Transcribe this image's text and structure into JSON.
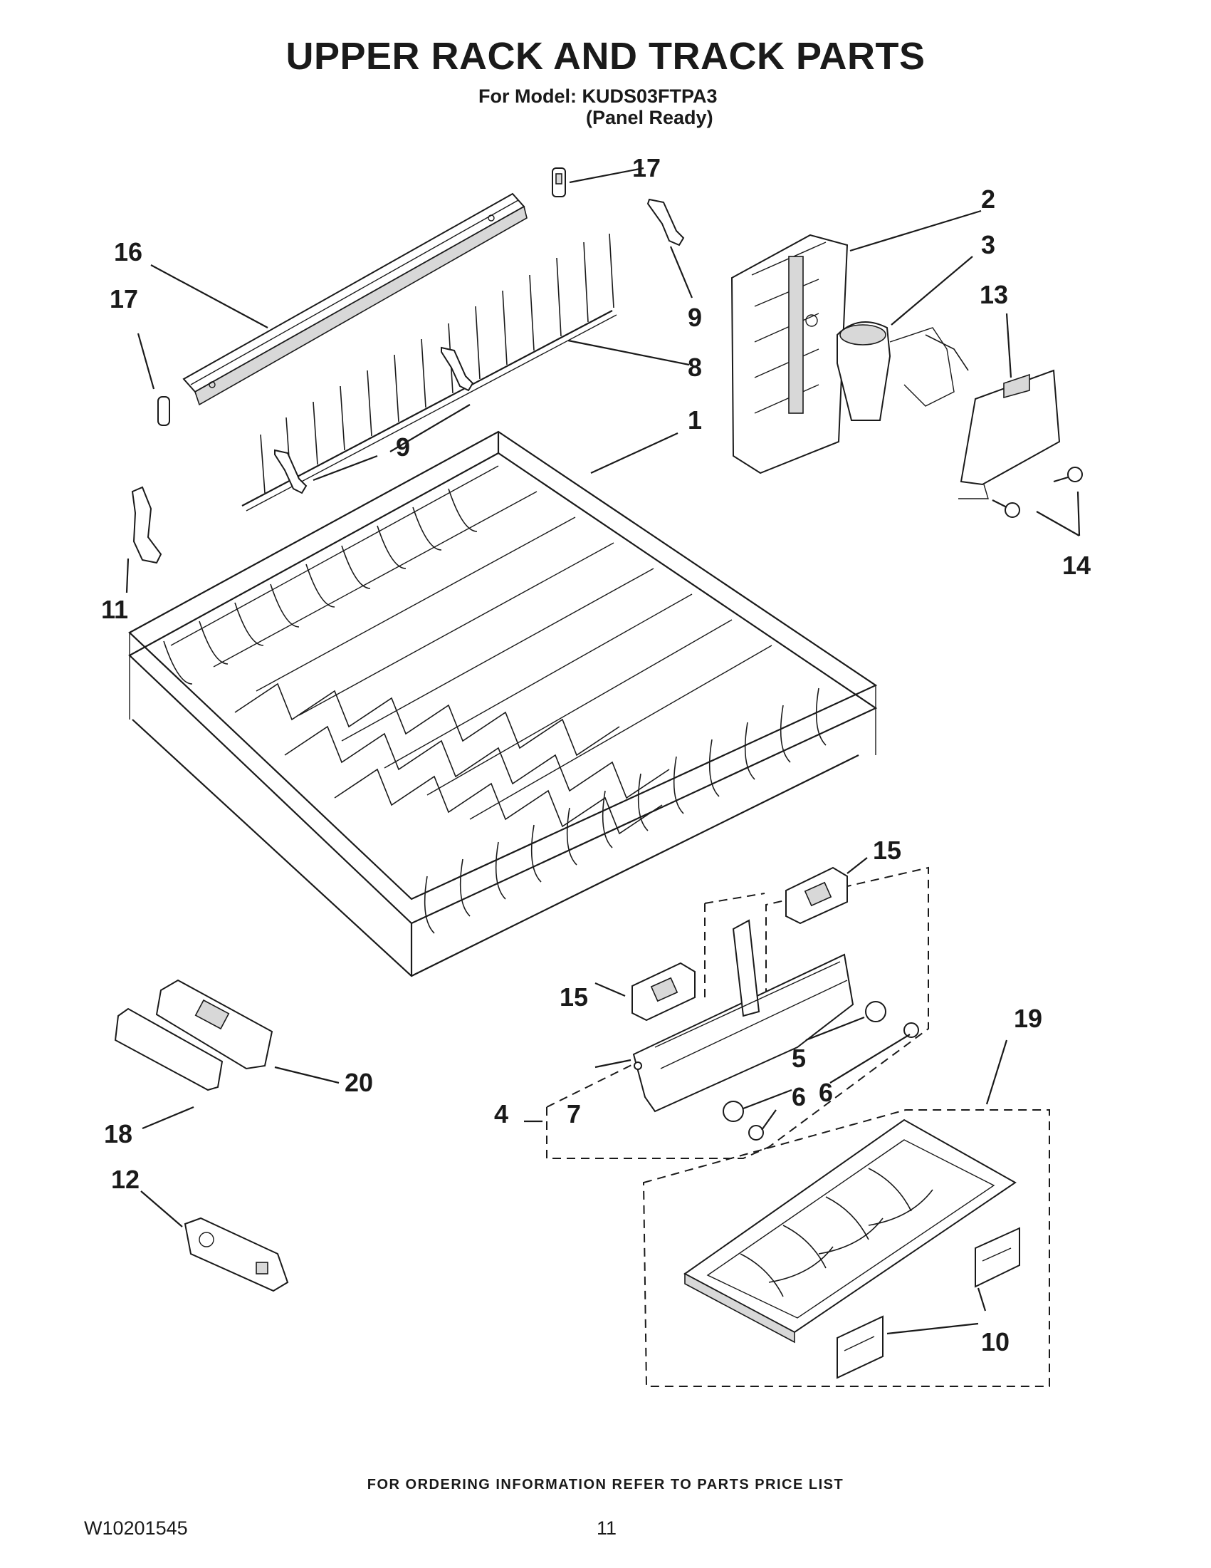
{
  "header": {
    "title": "UPPER RACK AND TRACK PARTS",
    "model": "For Model: KUDS03FTPA3",
    "panel": "(Panel Ready)"
  },
  "callouts": {
    "c1": "1",
    "c2": "2",
    "c3": "3",
    "c4": "4",
    "c5": "5",
    "c6a": "6",
    "c6b": "6",
    "c7": "7",
    "c8": "8",
    "c9a": "9",
    "c9b": "9",
    "c10": "10",
    "c11": "11",
    "c12": "12",
    "c13": "13",
    "c14": "14",
    "c15a": "15",
    "c15b": "15",
    "c16": "16",
    "c17a": "17",
    "c17b": "17",
    "c18": "18",
    "c19": "19",
    "c20": "20"
  },
  "footer": {
    "ordering_note": "FOR ORDERING INFORMATION REFER TO PARTS PRICE LIST",
    "doc_code": "W10201545",
    "page_number": "11"
  }
}
